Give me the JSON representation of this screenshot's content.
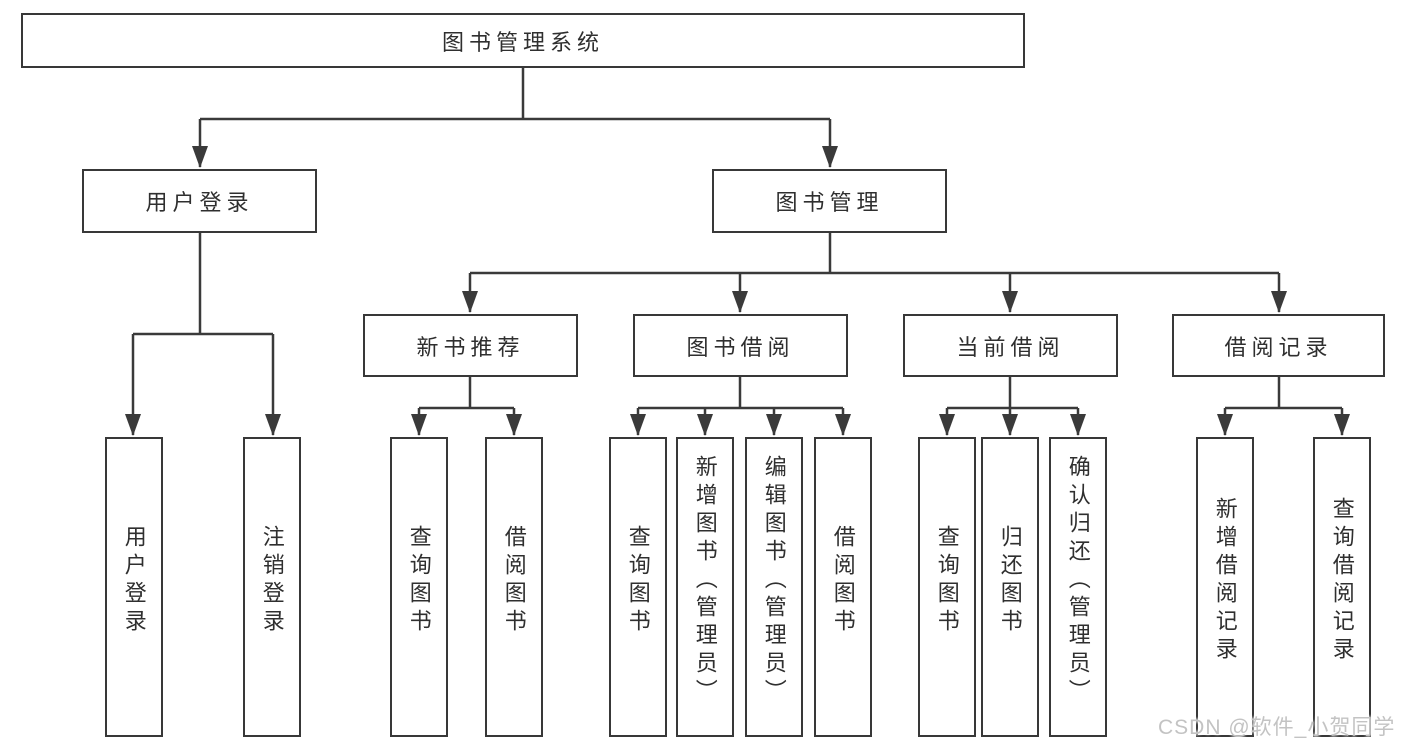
{
  "diagram": {
    "root": {
      "label": "图书管理系统",
      "children": [
        {
          "label": "用户登录",
          "children": [
            {
              "label": "用户登录"
            },
            {
              "label": "注销登录"
            }
          ]
        },
        {
          "label": "图书管理",
          "children": [
            {
              "label": "新书推荐",
              "children": [
                {
                  "label": "查询图书"
                },
                {
                  "label": "借阅图书"
                }
              ]
            },
            {
              "label": "图书借阅",
              "children": [
                {
                  "label": "查询图书"
                },
                {
                  "label": "新增图书（管理员）"
                },
                {
                  "label": "编辑图书（管理员）"
                },
                {
                  "label": "借阅图书"
                }
              ]
            },
            {
              "label": "当前借阅",
              "children": [
                {
                  "label": "查询图书"
                },
                {
                  "label": "归还图书"
                },
                {
                  "label": "确认归还（管理员）"
                }
              ]
            },
            {
              "label": "借阅记录",
              "children": [
                {
                  "label": "新增借阅记录"
                },
                {
                  "label": "查询借阅记录"
                }
              ]
            }
          ]
        }
      ]
    },
    "colors": {
      "line": "#3a3a3a",
      "box_border": "#383838",
      "text": "#2f2f2f",
      "background": "#ffffff",
      "watermark": "#c3c3c3"
    }
  },
  "watermark": {
    "text": "CSDN @软件_小贺同学"
  }
}
